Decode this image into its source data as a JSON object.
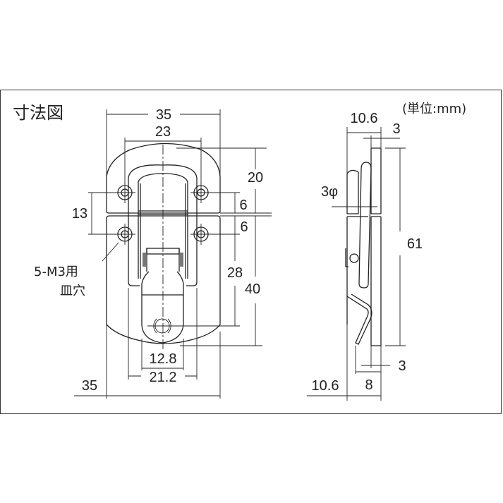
{
  "title": "寸法図",
  "unit_note": "(単位:mm)",
  "front_view": {
    "dims": {
      "overall_width": "35",
      "hole_pitch_x": "23",
      "top_to_split": "20",
      "hole_to_split_top": "6",
      "hole_to_split_bottom": "6",
      "hole_pitch_y": "13",
      "lower_hole_to_hook": "28",
      "split_to_bottom": "40",
      "hook_width": "12.8",
      "base_inner_width": "21.2",
      "bottom_width": "35"
    },
    "hole_note_line1": "5-M3用",
    "hole_note_line2": "皿穴"
  },
  "side_view": {
    "dims": {
      "overall_depth_top": "10.6",
      "plate_thickness_top": "3",
      "pin_diameter": "3φ",
      "overall_height": "61",
      "plate_thickness_bottom": "3",
      "hook_depth": "8",
      "overall_depth_bottom": "10.6"
    }
  },
  "colors": {
    "line": "#222222",
    "frame": "#333333",
    "background": "#ffffff"
  }
}
